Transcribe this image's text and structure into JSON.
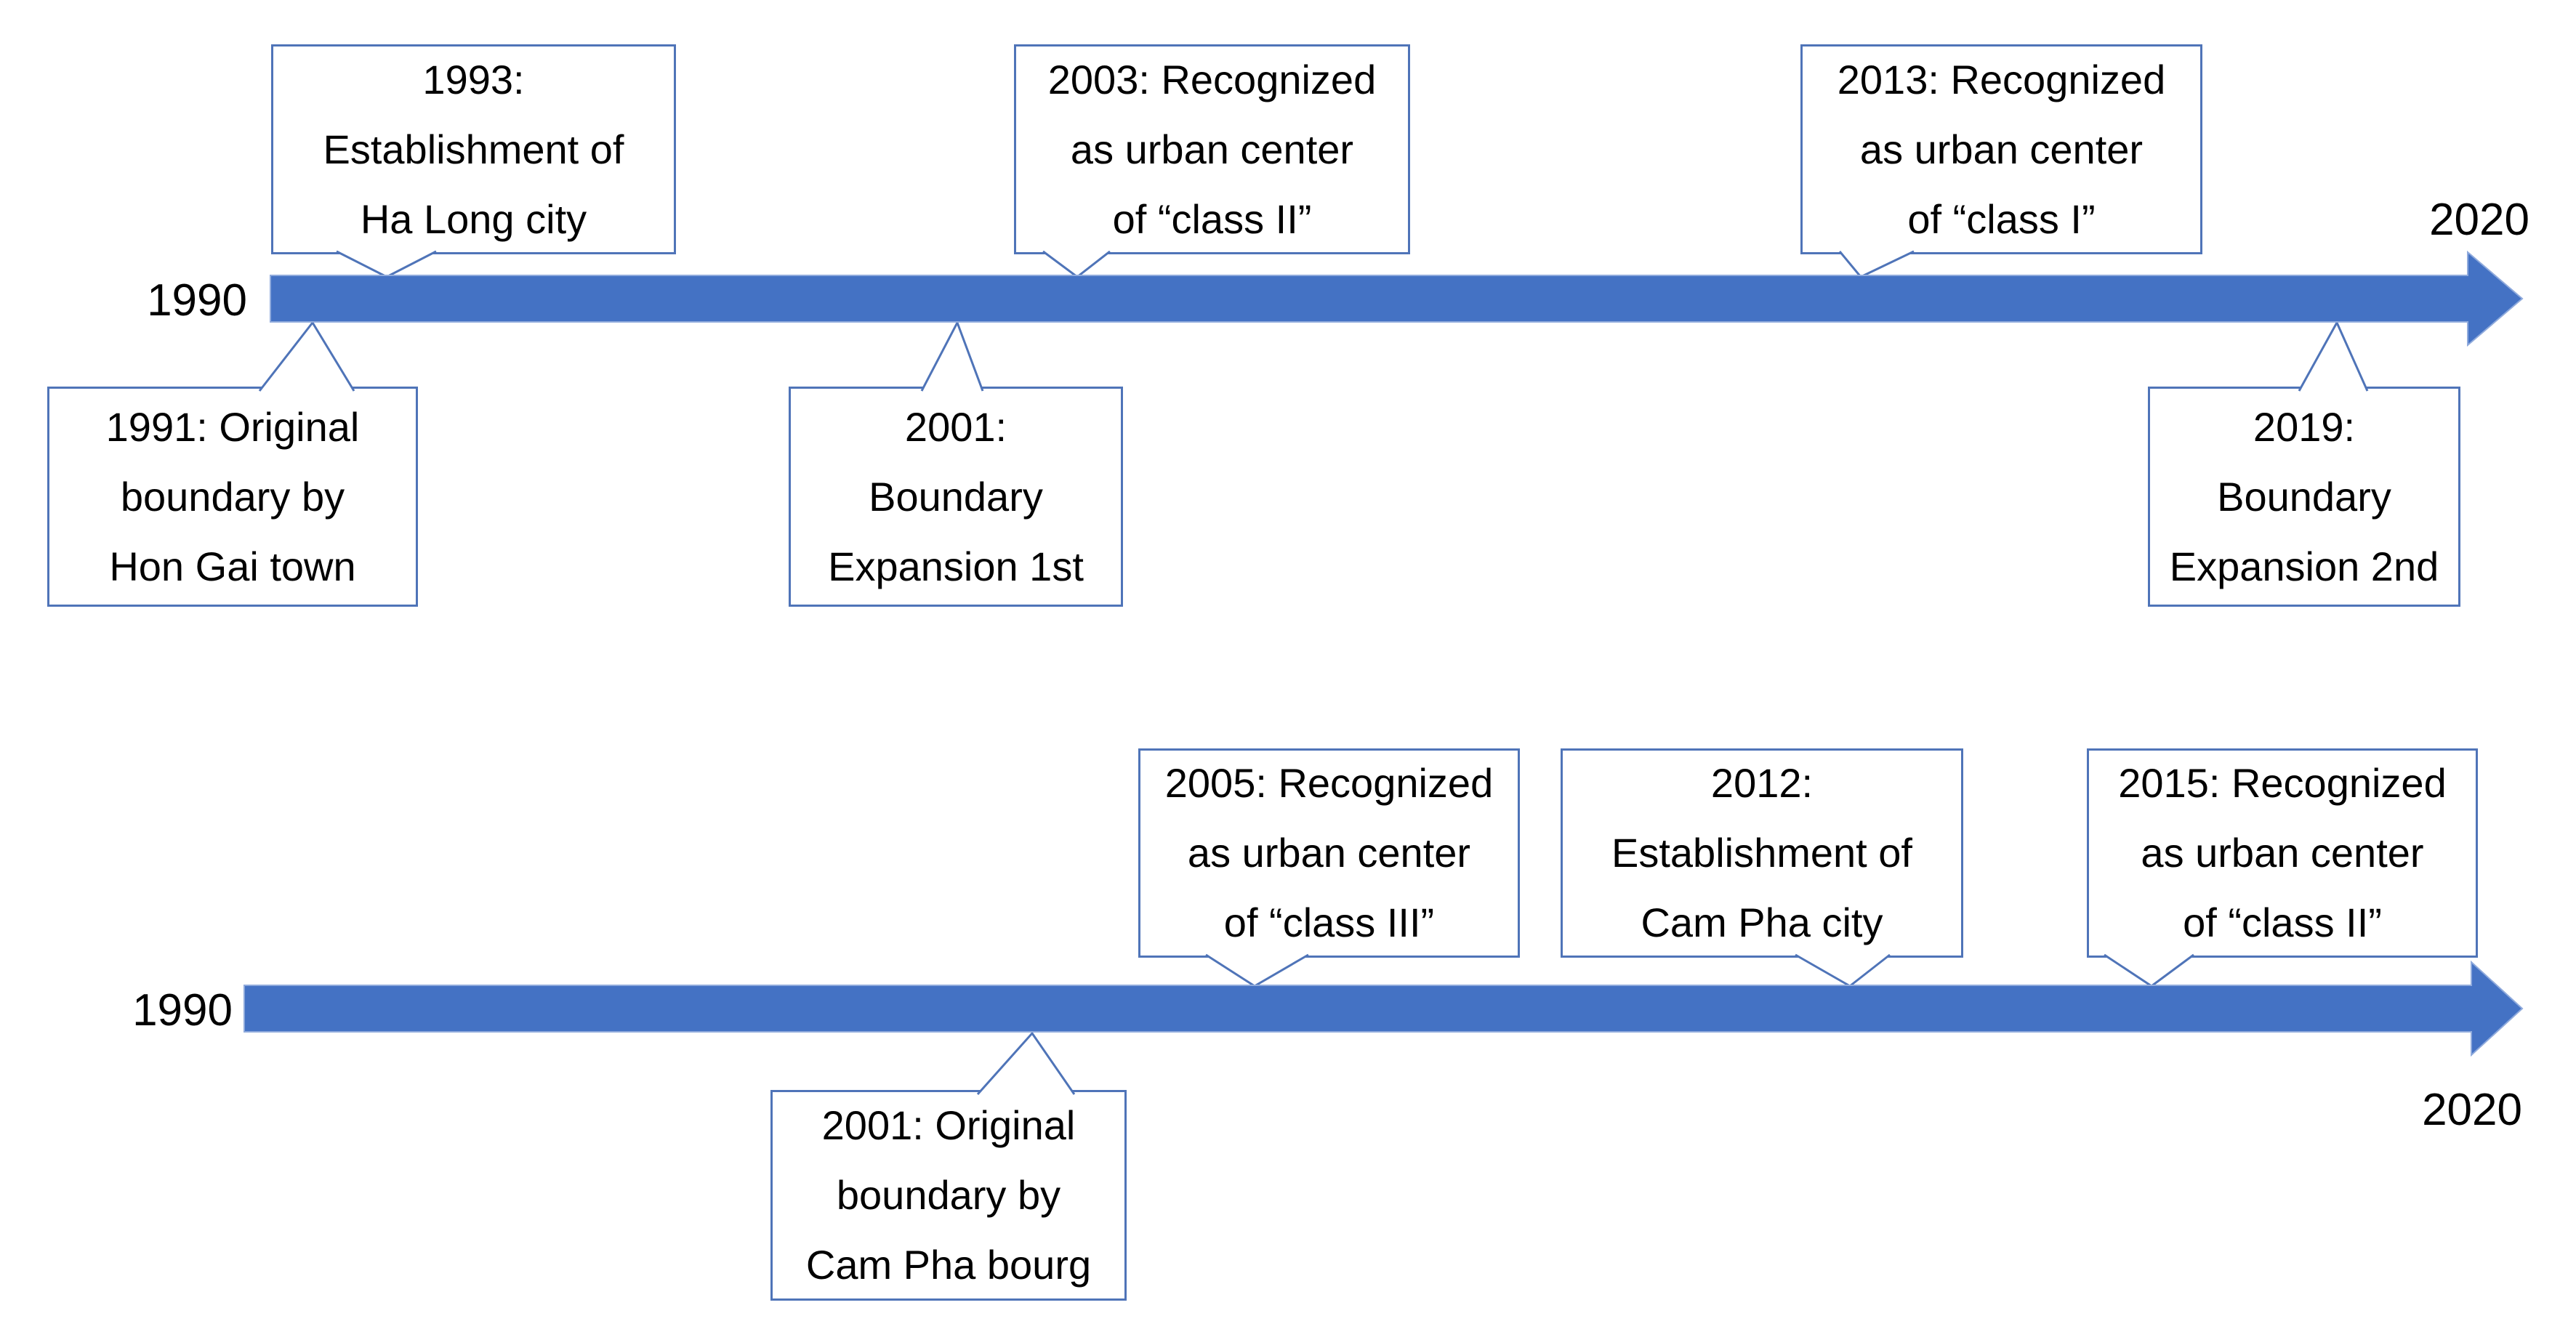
{
  "colors": {
    "arrow_fill": "#4472C4",
    "arrow_outline": "#8FAADC",
    "callout_border": "#4F74B8",
    "text_color": "#000000",
    "background": "#FFFFFF"
  },
  "timeline_top": {
    "start_year": "1990",
    "end_year": "2020",
    "events": {
      "e1993": {
        "text": "1993:\nEstablishment of\nHa Long city"
      },
      "e2003": {
        "text": "2003: Recognized\nas urban center\nof “class II”"
      },
      "e2013": {
        "text": "2013: Recognized\nas urban center\nof “class I”"
      },
      "e1991": {
        "text": "1991: Original\nboundary by\nHon Gai town"
      },
      "e2001": {
        "text": "2001:\nBoundary\nExpansion 1st"
      },
      "e2019": {
        "text": "2019:\nBoundary\nExpansion 2nd"
      }
    }
  },
  "timeline_bottom": {
    "start_year": "1990",
    "end_year": "2020",
    "events": {
      "e2005": {
        "text": "2005: Recognized\nas urban center\nof “class III”"
      },
      "e2012": {
        "text": "2012:\nEstablishment of\nCam Pha city"
      },
      "e2015": {
        "text": "2015: Recognized\nas urban center\nof “class II”"
      },
      "e2001": {
        "text": "2001: Original\nboundary by\nCam Pha bourg"
      }
    }
  }
}
